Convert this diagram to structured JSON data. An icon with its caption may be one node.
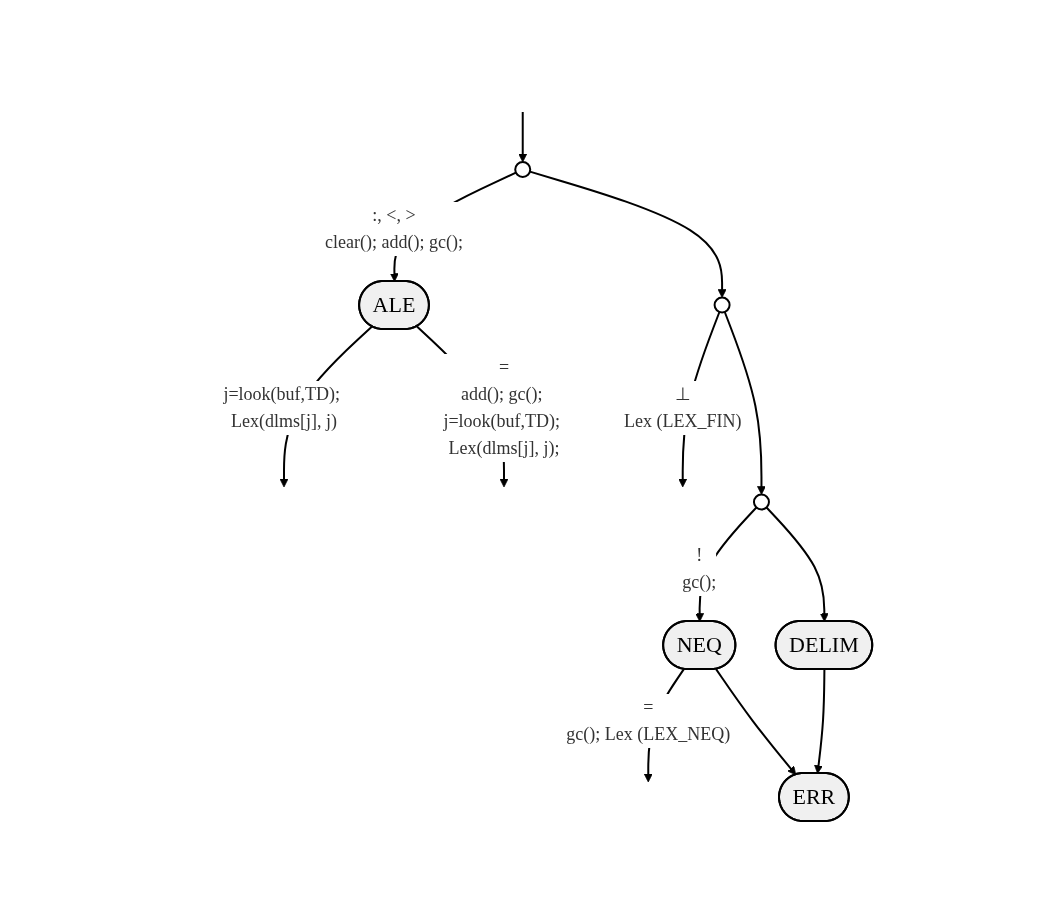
{
  "diagram": {
    "nodes": [
      {
        "text": [],
        "shape": "circle"
      },
      {
        "text": [
          "ALE"
        ]
      },
      {
        "text": [],
        "shape": "circle"
      },
      {
        "text": [],
        "shape": "circle"
      },
      {
        "text": [
          "NEQ"
        ]
      },
      {
        "text": [
          "ERR"
        ]
      },
      {
        "text": [
          "DELIM"
        ]
      }
    ],
    "edges": [
      {
        "from": null,
        "to": 0,
        "arrow": "to"
      },
      {
        "from": 0,
        "to": 1,
        "arrow": "to",
        "label": ":, <, >\nclear(); add(); gc();"
      },
      {
        "from": 1,
        "to": null,
        "arrow": "to",
        "label": "j=look(buf,TD); Lex(dlms[j], j)"
      },
      {
        "from": 1,
        "to": null,
        "arrow": "to",
        "label": "=\nadd(); gc(); j=look(buf,TD); Lex(dlms[j], j);"
      },
      {
        "from": 0,
        "to": 2,
        "arrow": "to"
      },
      {
        "from": 2,
        "to": null,
        "arrow": "to",
        "label": "⊥\nLex (LEX_FIN)"
      },
      {
        "from": 2,
        "to": 3,
        "arrow": "to"
      },
      {
        "from": 3,
        "to": 4,
        "arrow": "to",
        "label": "!\ngc();"
      },
      {
        "from": 4,
        "to": null,
        "arrow": "to",
        "label": "=\ngc(); Lex (LEX_NEQ)"
      },
      {
        "from": 4,
        "to": 5,
        "arrow": "to"
      },
      {
        "from": 3,
        "to": 6,
        "arrow": "to"
      },
      {
        "from": 6,
        "to": 5,
        "arrow": "to"
      }
    ]
  }
}
